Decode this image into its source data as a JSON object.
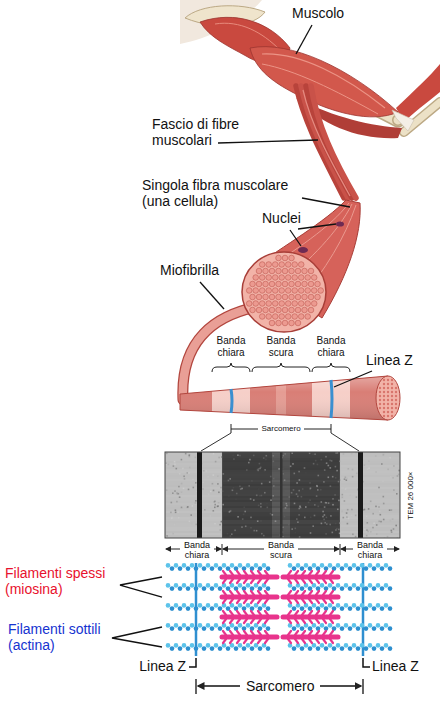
{
  "diagram": {
    "labels": [
      "Muscolo",
      "Fascio di fibre muscolari",
      "Singola fibra muscolare (una cellula)",
      "Nuclei",
      "Miofibrilla",
      "Banda chiara",
      "Banda scura",
      "Banda chiara",
      "Linea Z",
      "Sarcomero",
      "TEM 26 000×",
      "Banda chiara",
      "Banda scura",
      "Banda chiara",
      "Filamenti spessi (miosina)",
      "Filamenti sottili (actina)",
      "Linea Z",
      "Linea Z",
      "Sarcomero"
    ]
  }
}
